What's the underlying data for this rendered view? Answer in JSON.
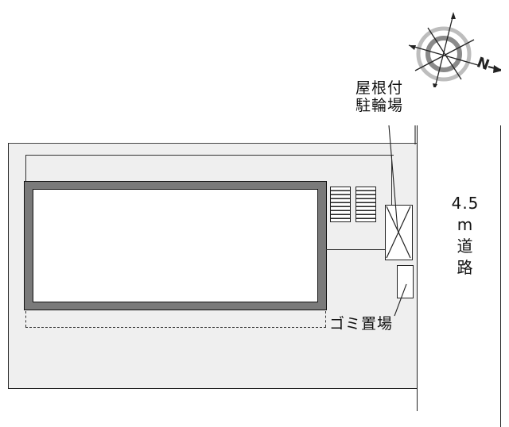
{
  "compass": {
    "label": "N",
    "icon": "compass-rose-icon"
  },
  "lot": {
    "fill": "#efefef"
  },
  "building": {
    "wall_color": "#7a7a7a"
  },
  "labels": {
    "bike_parking": {
      "line1": "屋根付",
      "line2": "駐輪場"
    },
    "garbage": "ゴミ置場",
    "road": {
      "width": "4.5",
      "unit": "m",
      "line1": "道",
      "line2": "路"
    }
  }
}
